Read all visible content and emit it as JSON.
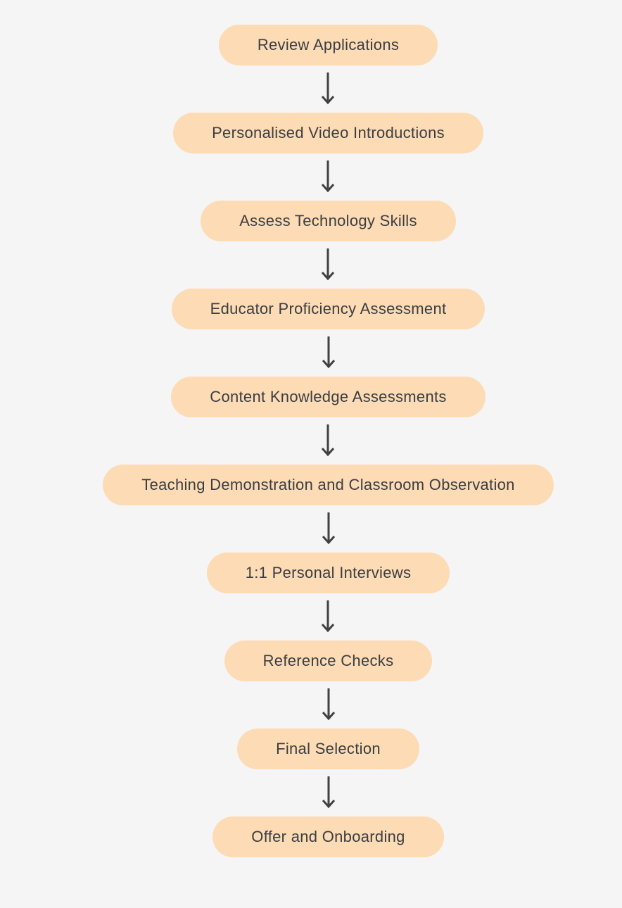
{
  "flowchart": {
    "steps": [
      {
        "label": "Review Applications"
      },
      {
        "label": "Personalised Video Introductions"
      },
      {
        "label": "Assess Technology Skills"
      },
      {
        "label": "Educator Proficiency Assessment"
      },
      {
        "label": "Content Knowledge Assessments"
      },
      {
        "label": "Teaching Demonstration and Classroom Observation"
      },
      {
        "label": "1:1 Personal Interviews"
      },
      {
        "label": "Reference Checks"
      },
      {
        "label": "Final Selection"
      },
      {
        "label": "Offer and Onboarding"
      }
    ],
    "connector": "down-arrow",
    "colors": {
      "background": "#f5f5f5",
      "node_fill": "#fcdbb5",
      "node_text": "#3b3e41",
      "arrow": "#414141"
    }
  }
}
